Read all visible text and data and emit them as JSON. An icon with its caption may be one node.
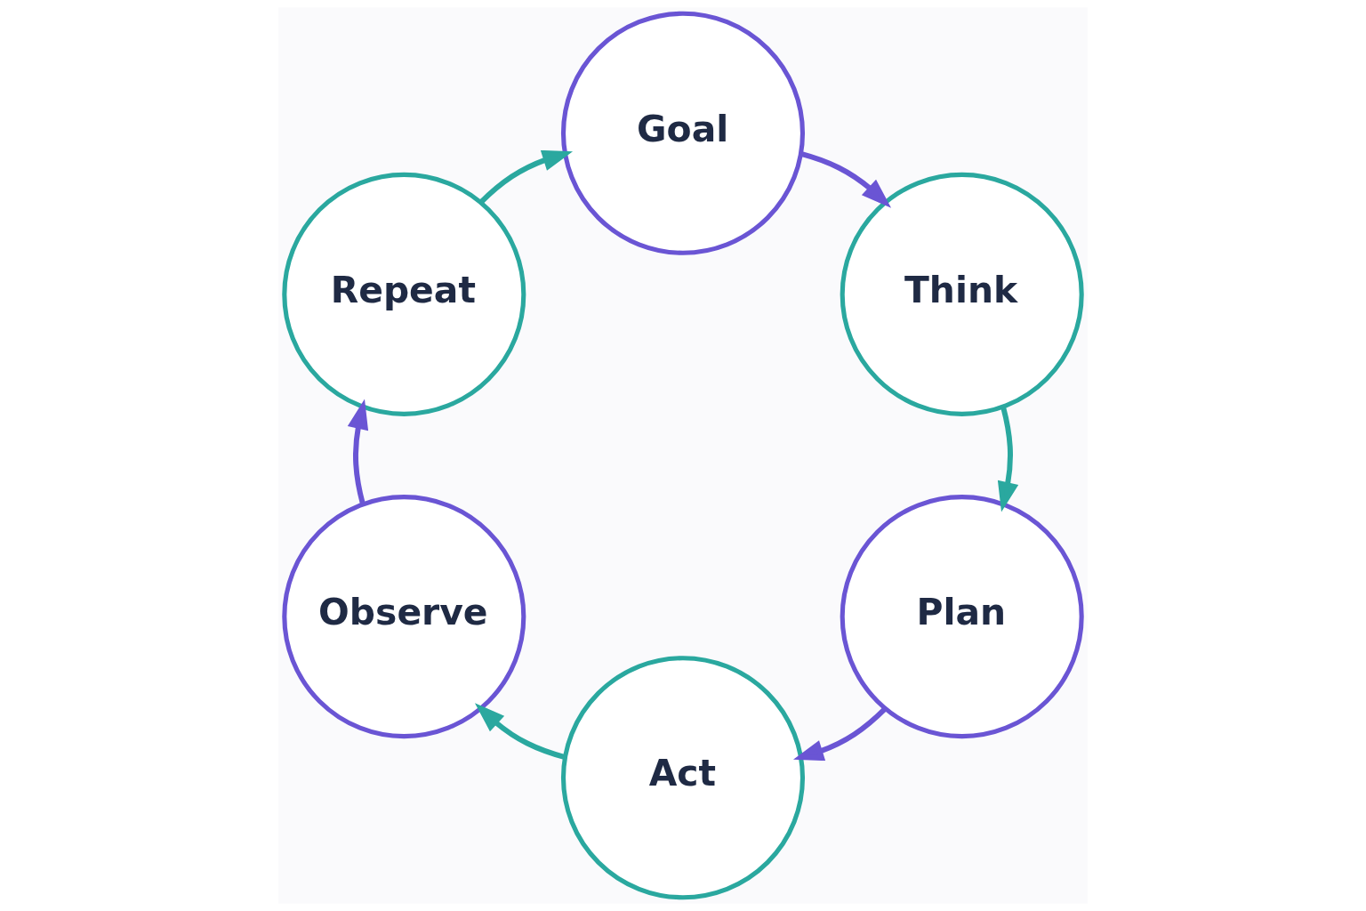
{
  "diagram": {
    "nodes": [
      {
        "text": [
          "Goal"
        ]
      },
      {
        "text": [
          "Think"
        ]
      },
      {
        "text": [
          "Plan"
        ]
      },
      {
        "text": [
          "Act"
        ]
      },
      {
        "text": [
          "Observe"
        ]
      },
      {
        "text": [
          "Repeat"
        ]
      }
    ],
    "edges": [
      {
        "from": 0,
        "to": 1,
        "arrow": "to",
        "color": "#6a55d4"
      },
      {
        "from": 1,
        "to": 2,
        "arrow": "to",
        "color": "#2aa89f"
      },
      {
        "from": 2,
        "to": 3,
        "arrow": "to",
        "color": "#6a55d4"
      },
      {
        "from": 3,
        "to": 4,
        "arrow": "to",
        "color": "#2aa89f"
      },
      {
        "from": 4,
        "to": 5,
        "arrow": "to",
        "color": "#6a55d4"
      },
      {
        "from": 5,
        "to": 0,
        "arrow": "to",
        "color": "#2aa89f"
      }
    ]
  }
}
